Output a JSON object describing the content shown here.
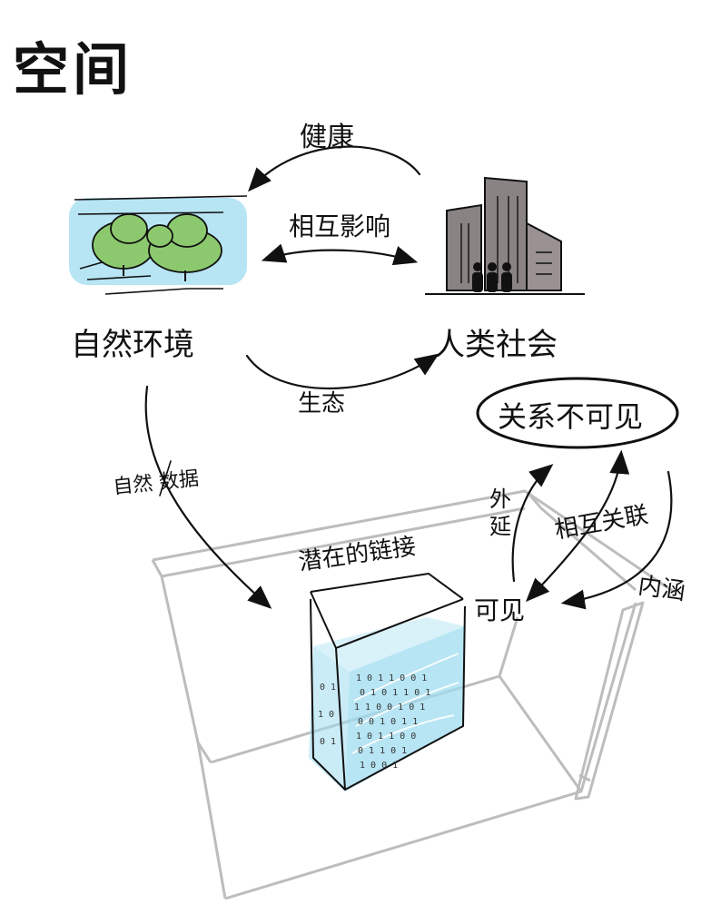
{
  "title": "空间",
  "nodes": {
    "nature": "自然环境",
    "society": "人类社会",
    "invisible_relation": "关系不可见",
    "visible": "可见"
  },
  "edges": {
    "health": "健康",
    "mutual_influence": "相互影响",
    "ecology": "生态",
    "nature_data": "自然 数据",
    "extend": "外延",
    "mutual_association": "相互关联",
    "connotation": "内涵",
    "potential_links": "潜在的链接"
  },
  "colors": {
    "ink": "#111111",
    "water": "#9fdcf0",
    "tree_green": "#8cc96e",
    "building_gray": "#8a8383",
    "room_line": "#b8b8b8"
  }
}
